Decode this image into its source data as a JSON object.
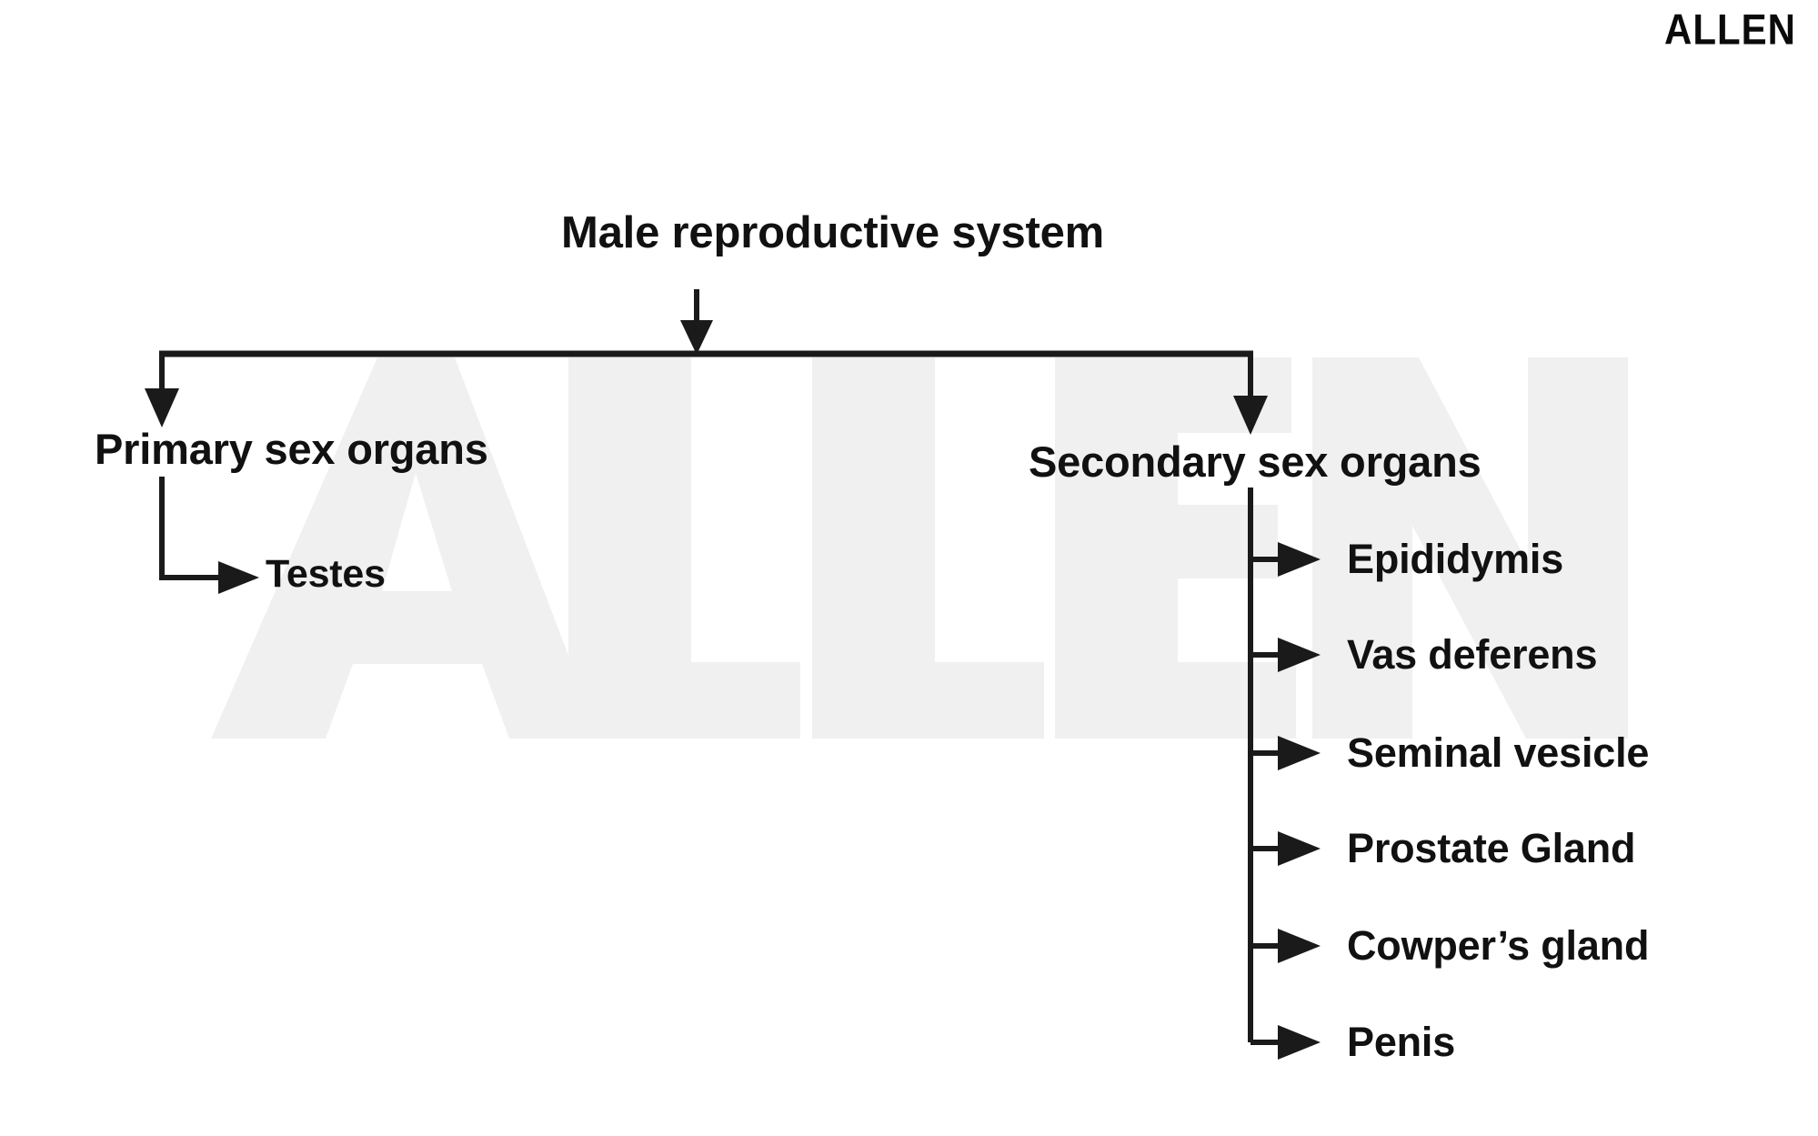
{
  "brand": {
    "logo_text": "ALLEN",
    "watermark_text": "ALLEN",
    "watermark_color": "#f0f0f0",
    "ink_color": "#111111"
  },
  "diagram": {
    "type": "tree",
    "root": {
      "label": "Male reproductive system"
    },
    "branches": [
      {
        "label": "Primary sex organs",
        "children": [
          {
            "label": "Testes"
          }
        ]
      },
      {
        "label": "Secondary sex organs",
        "children": [
          {
            "label": "Epididymis"
          },
          {
            "label": "Vas deferens"
          },
          {
            "label": "Seminal vesicle"
          },
          {
            "label": "Prostate Gland"
          },
          {
            "label": "Cowper’s gland"
          },
          {
            "label": "Penis"
          }
        ]
      }
    ]
  }
}
